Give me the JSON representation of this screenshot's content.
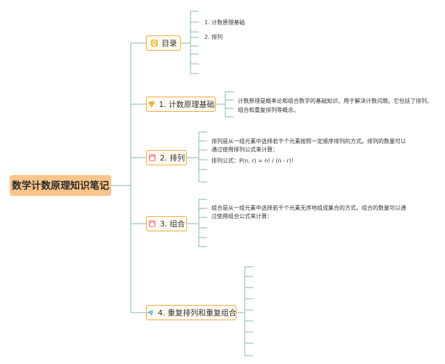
{
  "root": {
    "title": "数学计数原理知识笔记"
  },
  "branches": [
    {
      "label": "目录",
      "icon": "award-badge-icon"
    },
    {
      "label": "1. 计数原理基础",
      "icon": "diamond-gem-icon"
    },
    {
      "label": "2. 排列",
      "icon": "house-icon"
    },
    {
      "label": "3. 组合",
      "icon": "house-icon"
    },
    {
      "label": "4. 重复排列和重复组合",
      "icon": "paper-plane-icon"
    }
  ],
  "toc": {
    "items": [
      "1. 计数原理基础",
      "2. 排列"
    ]
  },
  "basics": {
    "lines": [
      "计数原理是概率论和组合数学的基础知识，用于解决计数问题。它包括了排列、",
      "组合和重复排列等概念。"
    ]
  },
  "permutation": {
    "lines": [
      "排列是从一组元素中选择若干个元素按照一定顺序排列的方式。排列的数量可以",
      "通过使用排列公式来计算："
    ],
    "formula": "排列公式：P(n, r) = n! / (n - r)!"
  },
  "combination": {
    "lines": [
      "组合是从一组元素中选择若干个元素无序地组成集合的方式。组合的数量可以通",
      "过使用组合公式来计算："
    ]
  },
  "colors": {
    "line": "#7fb5ad",
    "branch_border": "#f4a83a",
    "branch_fill": "#fffaf1",
    "root_fill": "#fbc48a"
  }
}
